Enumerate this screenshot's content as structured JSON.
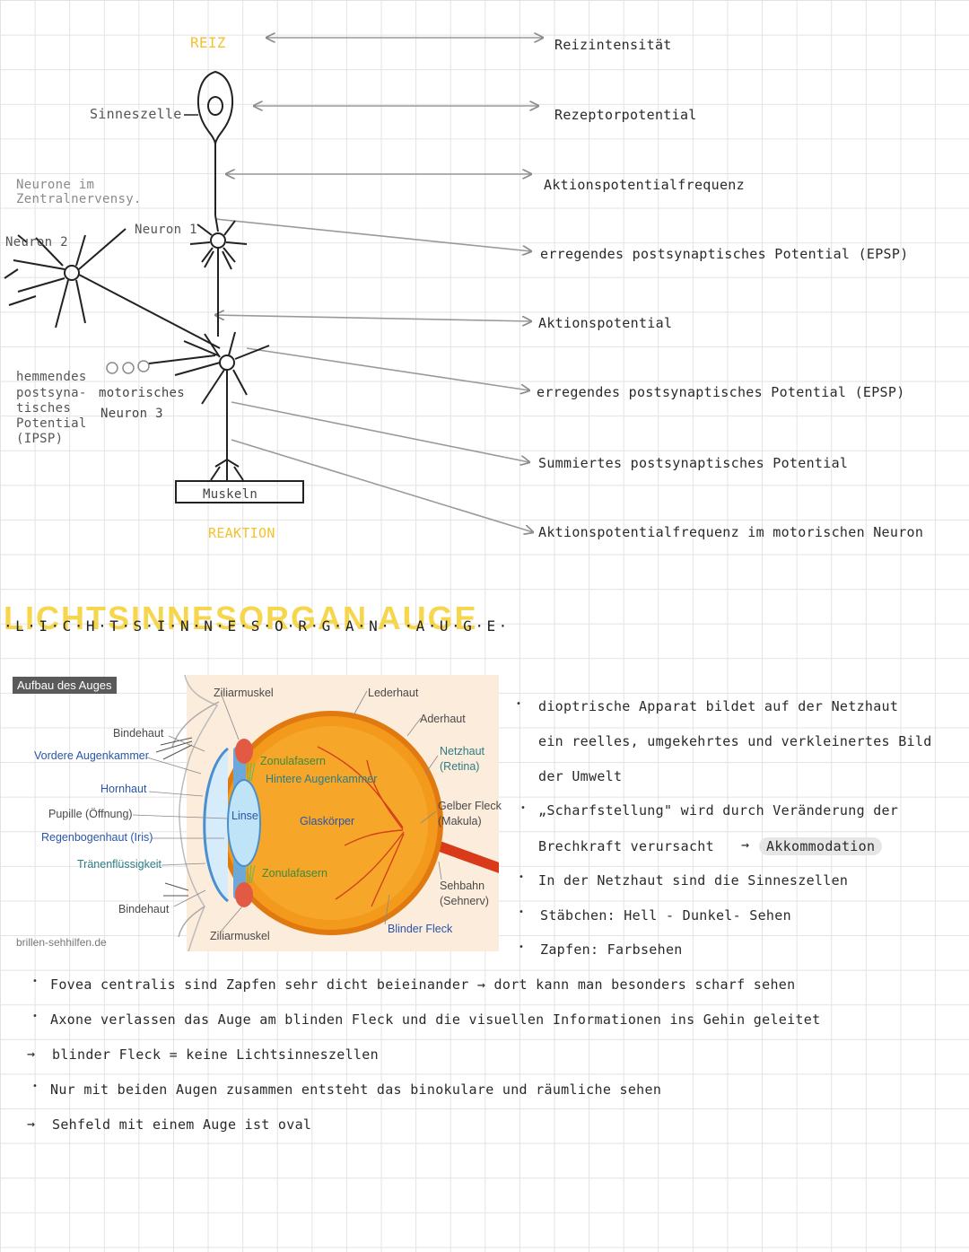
{
  "neuron_diagram": {
    "reiz": "REIZ",
    "sinneszelle": "Sinneszelle",
    "neurone_zns_line1": "Neurone im",
    "neurone_zns_line2": "Zentralnervensy.",
    "neuron1": "Neuron 1",
    "neuron2": "Neuron 2",
    "hemmend_line1": "hemmendes",
    "hemmend_line2": "postsyna-",
    "hemmend_line3": "tisches",
    "hemmend_line4": "Potential",
    "hemmend_line5": "(IPSP)",
    "motorisch_line1": "motorisches",
    "motorisch_line2": "Neuron 3",
    "muskeln": "Muskeln",
    "reaktion": "REAKTION",
    "right_labels": [
      "Reizintensität",
      "Rezeptorpotential",
      "Aktionspotentialfrequenz",
      "erregendes postsynaptisches Potential (EPSP)",
      "Aktionspotential",
      "erregendes postsynaptisches Potential (EPSP)",
      "Summiertes postsynaptisches Potential",
      "Aktionspotentialfrequenz im motorischen Neuron"
    ]
  },
  "section_title": "LICHTSINNESORGAN AUGE",
  "section_title_dotted": "·L·I·C·H·T·S·I·N·N·E·S·O·R·G·A·N· ·A·U·G·E·",
  "eye_figure": {
    "header": "Aufbau des Auges",
    "labels": {
      "ziliarmuskel_top": "Ziliarmuskel",
      "lederhaut": "Lederhaut",
      "aderhaut": "Aderhaut",
      "bindehaut_top": "Bindehaut",
      "vordere_augenkammer": "Vordere Augenkammer",
      "zonulafasern_top": "Zonulafasern",
      "hintere_augenkammer": "Hintere Augenkammer",
      "netzhaut": "Netzhaut",
      "retina": "(Retina)",
      "hornhaut": "Hornhaut",
      "pupille": "Pupille (Öffnung)",
      "linse": "Linse",
      "glaskoerper": "Glaskörper",
      "gelber_fleck": "Gelber Fleck",
      "makula": "(Makula)",
      "regenbogenhaut": "Regenbogenhaut (Iris)",
      "traenenfluessigkeit": "Tränenflüssigkeit",
      "zonulafasern_bottom": "Zonulafasern",
      "sehbahn": "Sehbahn",
      "sehnerv": "(Sehnerv)",
      "bindehaut_bottom": "Bindehaut",
      "blinder_fleck": "Blinder Fleck",
      "ziliarmuskel_bottom": "Ziliarmuskel"
    },
    "source": "brillen-sehhilfen.de"
  },
  "right_notes": {
    "line1": "dioptrische Apparat bildet auf der Netzhaut",
    "line2": "ein reelles, umgekehrtes und verkleinertes Bild",
    "line3": "der Umwelt",
    "line4": "„Scharfstellung\" wird durch Veränderung der",
    "line5_a": "Brechkraft verursacht",
    "line5_arrow": "→",
    "line5_b": "Akkommodation",
    "line6": "In der Netzhaut sind die Sinneszellen",
    "line7": "Stäbchen: Hell - Dunkel- Sehen",
    "line8": "Zapfen: Farbsehen"
  },
  "bottom_notes": {
    "line1": "Fovea centralis sind Zapfen sehr dicht beieinander → dort kann man besonders scharf sehen",
    "line2": "Axone verlassen das Auge am blinden Fleck und die visuellen Informationen ins Gehin geleitet",
    "line3_arrow": "→",
    "line3": "blinder Fleck = keine Lichtsinneszellen",
    "line4": "Nur mit beiden Augen zusammen entsteht das binokulare und räumliche sehen",
    "line5_arrow": "→",
    "line5": "Sehfeld mit einem Auge ist oval"
  },
  "colors": {
    "accent_yellow": "#f2c230",
    "eye_background": "#fcecdc",
    "eyeball_orange": "#f39a1c",
    "lens_blue": "#bfe3f7"
  }
}
